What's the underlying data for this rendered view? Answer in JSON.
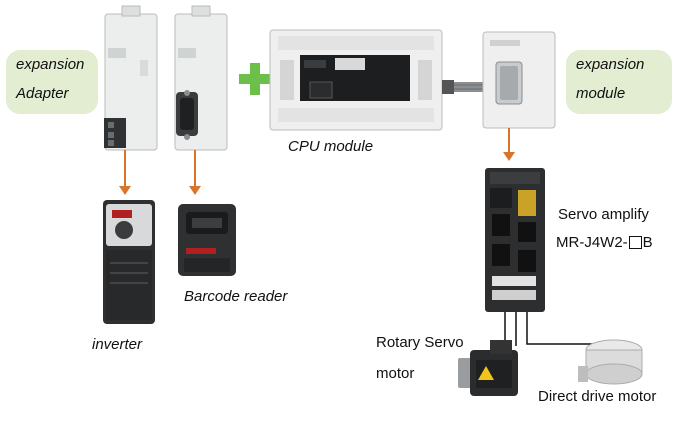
{
  "callouts": {
    "expansion_adapter": {
      "line1": "expansion",
      "line2": "Adapter"
    },
    "expansion_module": {
      "line1": "expansion",
      "line2": "module"
    }
  },
  "labels": {
    "cpu_module": "CPU module",
    "inverter": "inverter",
    "barcode_reader": "Barcode reader",
    "servo_amplify_line1": "Servo amplify",
    "servo_amplify_line2_prefix": "MR-J4W2-",
    "servo_amplify_line2_suffix": "B",
    "rotary_servo_line1": "Rotary Servo",
    "rotary_servo_line2": "motor",
    "direct_drive_motor": "Direct drive motor"
  },
  "colors": {
    "callout_bg": "#e3edd2",
    "arrow": "#d9752b",
    "plus": "#6cc04a"
  }
}
